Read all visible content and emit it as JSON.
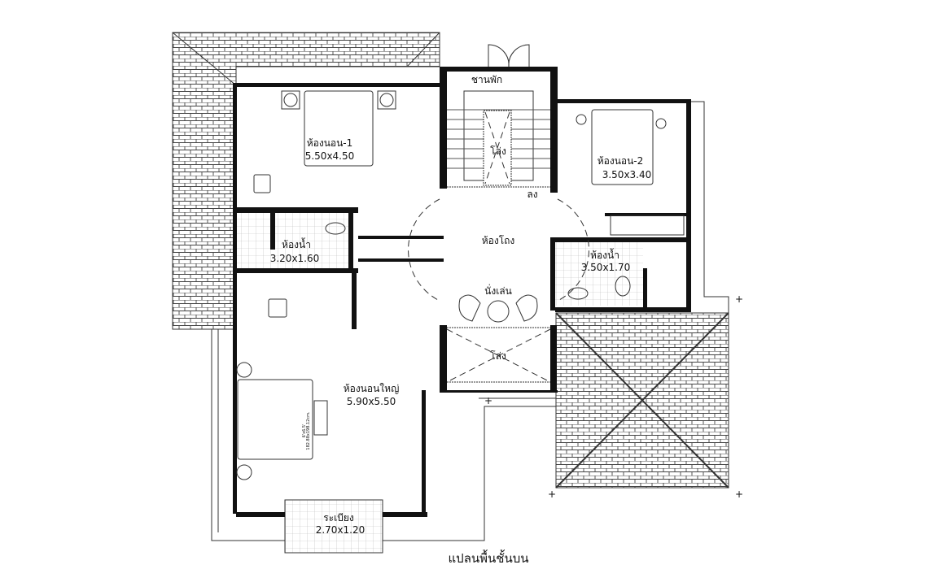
{
  "plan": {
    "title": "แปลนพื้นชั้นบน",
    "rooms": {
      "landing": {
        "name": "ชานพัก"
      },
      "stair_void": {
        "name": "โล่ง"
      },
      "stair_down": {
        "name": "ลง"
      },
      "bedroom1": {
        "name": "ห้องนอน-1",
        "size": "5.50x4.50"
      },
      "bedroom2": {
        "name": "ห้องนอน-2",
        "size": "3.50x3.40"
      },
      "hall": {
        "name": "ห้องโถง"
      },
      "bath1": {
        "name": "ห้องน้ำ",
        "size": "3.20x1.60"
      },
      "bath2": {
        "name": "ห้องน้ำ",
        "size": "3.50x1.70"
      },
      "living": {
        "name": "นั่งเล่น"
      },
      "void2": {
        "name": "โล่ง"
      },
      "master": {
        "name": "ห้องนอนใหญ่",
        "size": "5.90x5.50"
      },
      "balcony": {
        "name": "ระเบียง",
        "size": "2.70x1.20"
      }
    },
    "bed_note": {
      "ft": "6'x6.5'",
      "cm": "182.88x198.12cm."
    }
  }
}
